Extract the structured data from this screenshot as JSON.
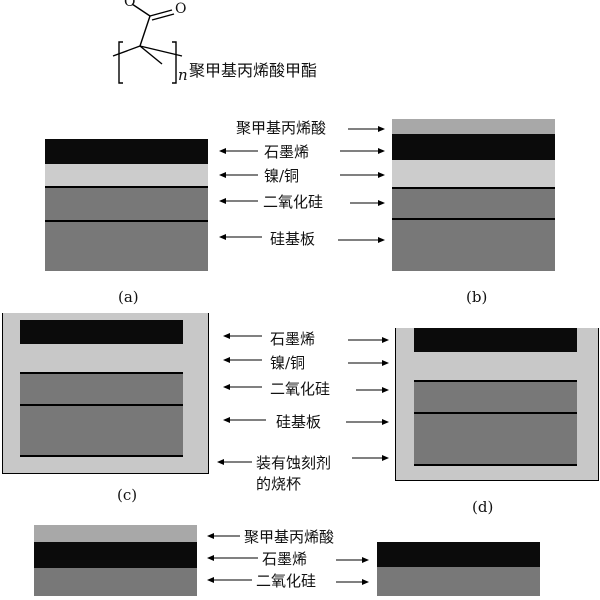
{
  "structure": {
    "subscript": "n",
    "name": "聚甲基丙烯酸甲酯",
    "carbonyl_O": "O",
    "ester_O": "O"
  },
  "labels_ab": {
    "pmma": "聚甲基丙烯酸",
    "graphene": "石墨烯",
    "nicu": "镍/铜",
    "sio2": "二氧化硅",
    "si": "硅基板"
  },
  "labels_cd": {
    "graphene": "石墨烯",
    "nicu": "镍/铜",
    "sio2": "二氧化硅",
    "si": "硅基板",
    "etchant_line1": "装有蚀刻剂",
    "etchant_line2": "的烧杯"
  },
  "labels_bottom": {
    "pmma": "聚甲基丙烯酸",
    "graphene": "石墨烯",
    "sio2": "二氧化硅"
  },
  "captions": {
    "a": "(a)",
    "b": "(b)",
    "c": "(c)",
    "d": "(d)"
  },
  "colors": {
    "graphene": "#0b0b0b",
    "pmma": "#a8a8a8",
    "nicu": "#cccccc",
    "sio2": "#777777",
    "si": "#7a7a7a",
    "beaker": "#c8c8c8"
  }
}
